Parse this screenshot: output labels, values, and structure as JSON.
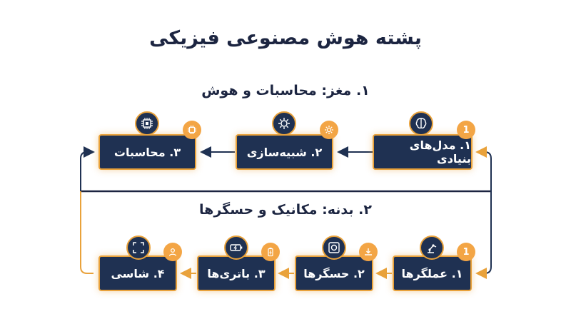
{
  "title": "پشته هوش مصنوعی فیزیکی",
  "section1": {
    "title": "۱. مغز: محاسبات و هوش",
    "boxes": [
      {
        "label": "۱. مدل‌های بنیادی",
        "badge": "1"
      },
      {
        "label": "۲. شبیه‌سازی"
      },
      {
        "label": "۳. محاسبات"
      }
    ]
  },
  "section2": {
    "title": "۲. بدنه: مکانیک و حسگرها",
    "boxes": [
      {
        "label": "۱. عملگرها",
        "badge": "1"
      },
      {
        "label": "۲. حسگرها"
      },
      {
        "label": "۳. باتری‌ها"
      },
      {
        "label": "۴. شاسی"
      }
    ]
  },
  "colors": {
    "navy": "#1f3152",
    "accent": "#e9a23b",
    "text": "#1c2541"
  }
}
